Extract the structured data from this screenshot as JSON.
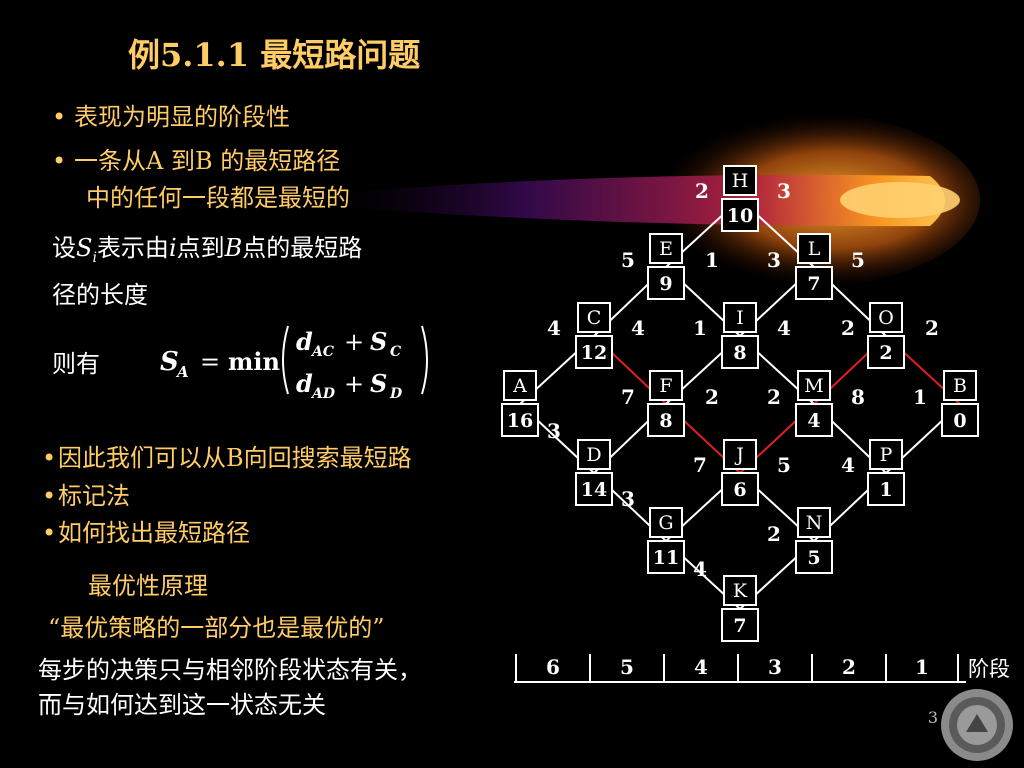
{
  "title": "例5.1.1  最短路问题",
  "bullets_top": [
    "表现为明显的阶段性",
    "一条从A 到B 的最短路径",
    "中的任何一段都是最短的"
  ],
  "def": {
    "line1_pre": "设",
    "S": "S",
    "i_sub": "i",
    "line1_mid": "表示由",
    "i": "i",
    "line1_mid2": "点到",
    "B": "B",
    "line1_post": "点的最短路",
    "line2": "径的长度"
  },
  "then_label": "则有",
  "formula": {
    "lhs": "S",
    "lhs_sub": "A",
    "eq": "=",
    "op": "min",
    "row1": {
      "d": "d",
      "sub": "AC",
      "plus": "+",
      "S": "S",
      "S_sub": "C"
    },
    "row2": {
      "d": "d",
      "sub": "AD",
      "plus": "+",
      "S": "S",
      "S_sub": "D"
    }
  },
  "bullets_bottom": [
    "因此我们可以从B向回搜索最短路",
    "标记法",
    "如何找出最短路径"
  ],
  "principle_title": "最优性原理",
  "principle_quote": "“最优策略的一部分也是最优的”",
  "conclusion": [
    "每步的决策只与相邻阶段状态有关，",
    "而与如何达到这一状态无关"
  ],
  "page_number": "3",
  "graph": {
    "nodes": [
      {
        "id": "H",
        "value": "10"
      },
      {
        "id": "E",
        "value": "9"
      },
      {
        "id": "L",
        "value": "7"
      },
      {
        "id": "C",
        "value": "12"
      },
      {
        "id": "I",
        "value": "8"
      },
      {
        "id": "O",
        "value": "2"
      },
      {
        "id": "A",
        "value": "16"
      },
      {
        "id": "F",
        "value": "8"
      },
      {
        "id": "M",
        "value": "4"
      },
      {
        "id": "B",
        "value": "0"
      },
      {
        "id": "D",
        "value": "14"
      },
      {
        "id": "J",
        "value": "6"
      },
      {
        "id": "P",
        "value": "1"
      },
      {
        "id": "G",
        "value": "11"
      },
      {
        "id": "N",
        "value": "5"
      },
      {
        "id": "K",
        "value": "7"
      }
    ],
    "edges": [
      {
        "from": "E",
        "to": "H",
        "w": "2"
      },
      {
        "from": "H",
        "to": "L",
        "w": "3"
      },
      {
        "from": "C",
        "to": "E",
        "w": "5"
      },
      {
        "from": "E",
        "to": "I",
        "w": "1"
      },
      {
        "from": "I",
        "to": "L",
        "w": "3"
      },
      {
        "from": "L",
        "to": "O",
        "w": "5"
      },
      {
        "from": "A",
        "to": "C",
        "w": "4"
      },
      {
        "from": "C",
        "to": "F",
        "w": "4",
        "path": true
      },
      {
        "from": "F",
        "to": "I",
        "w": "1"
      },
      {
        "from": "I",
        "to": "M",
        "w": "4"
      },
      {
        "from": "M",
        "to": "O",
        "w": "2",
        "path": true
      },
      {
        "from": "O",
        "to": "B",
        "w": "2",
        "path": true
      },
      {
        "from": "A",
        "to": "D",
        "w": "3"
      },
      {
        "from": "D",
        "to": "F",
        "w": "7"
      },
      {
        "from": "F",
        "to": "J",
        "w": "2",
        "path": true
      },
      {
        "from": "J",
        "to": "M",
        "w": "2",
        "path": true
      },
      {
        "from": "M",
        "to": "P",
        "w": "8"
      },
      {
        "from": "P",
        "to": "B",
        "w": "1"
      },
      {
        "from": "D",
        "to": "G",
        "w": "3"
      },
      {
        "from": "G",
        "to": "J",
        "w": "7"
      },
      {
        "from": "J",
        "to": "N",
        "w": "5"
      },
      {
        "from": "N",
        "to": "P",
        "w": "4"
      },
      {
        "from": "G",
        "to": "K",
        "w": "4"
      },
      {
        "from": "K",
        "to": "N",
        "w": "2"
      },
      {
        "from": "A",
        "to": "C",
        "w": ""
      }
    ],
    "stages": [
      "6",
      "5",
      "4",
      "3",
      "2",
      "1"
    ],
    "stage_label": "阶段"
  },
  "colors": {
    "title": "#ffcc66",
    "body": "#ffffff",
    "optimal_path": "#e02020",
    "box": "#ffffff"
  }
}
